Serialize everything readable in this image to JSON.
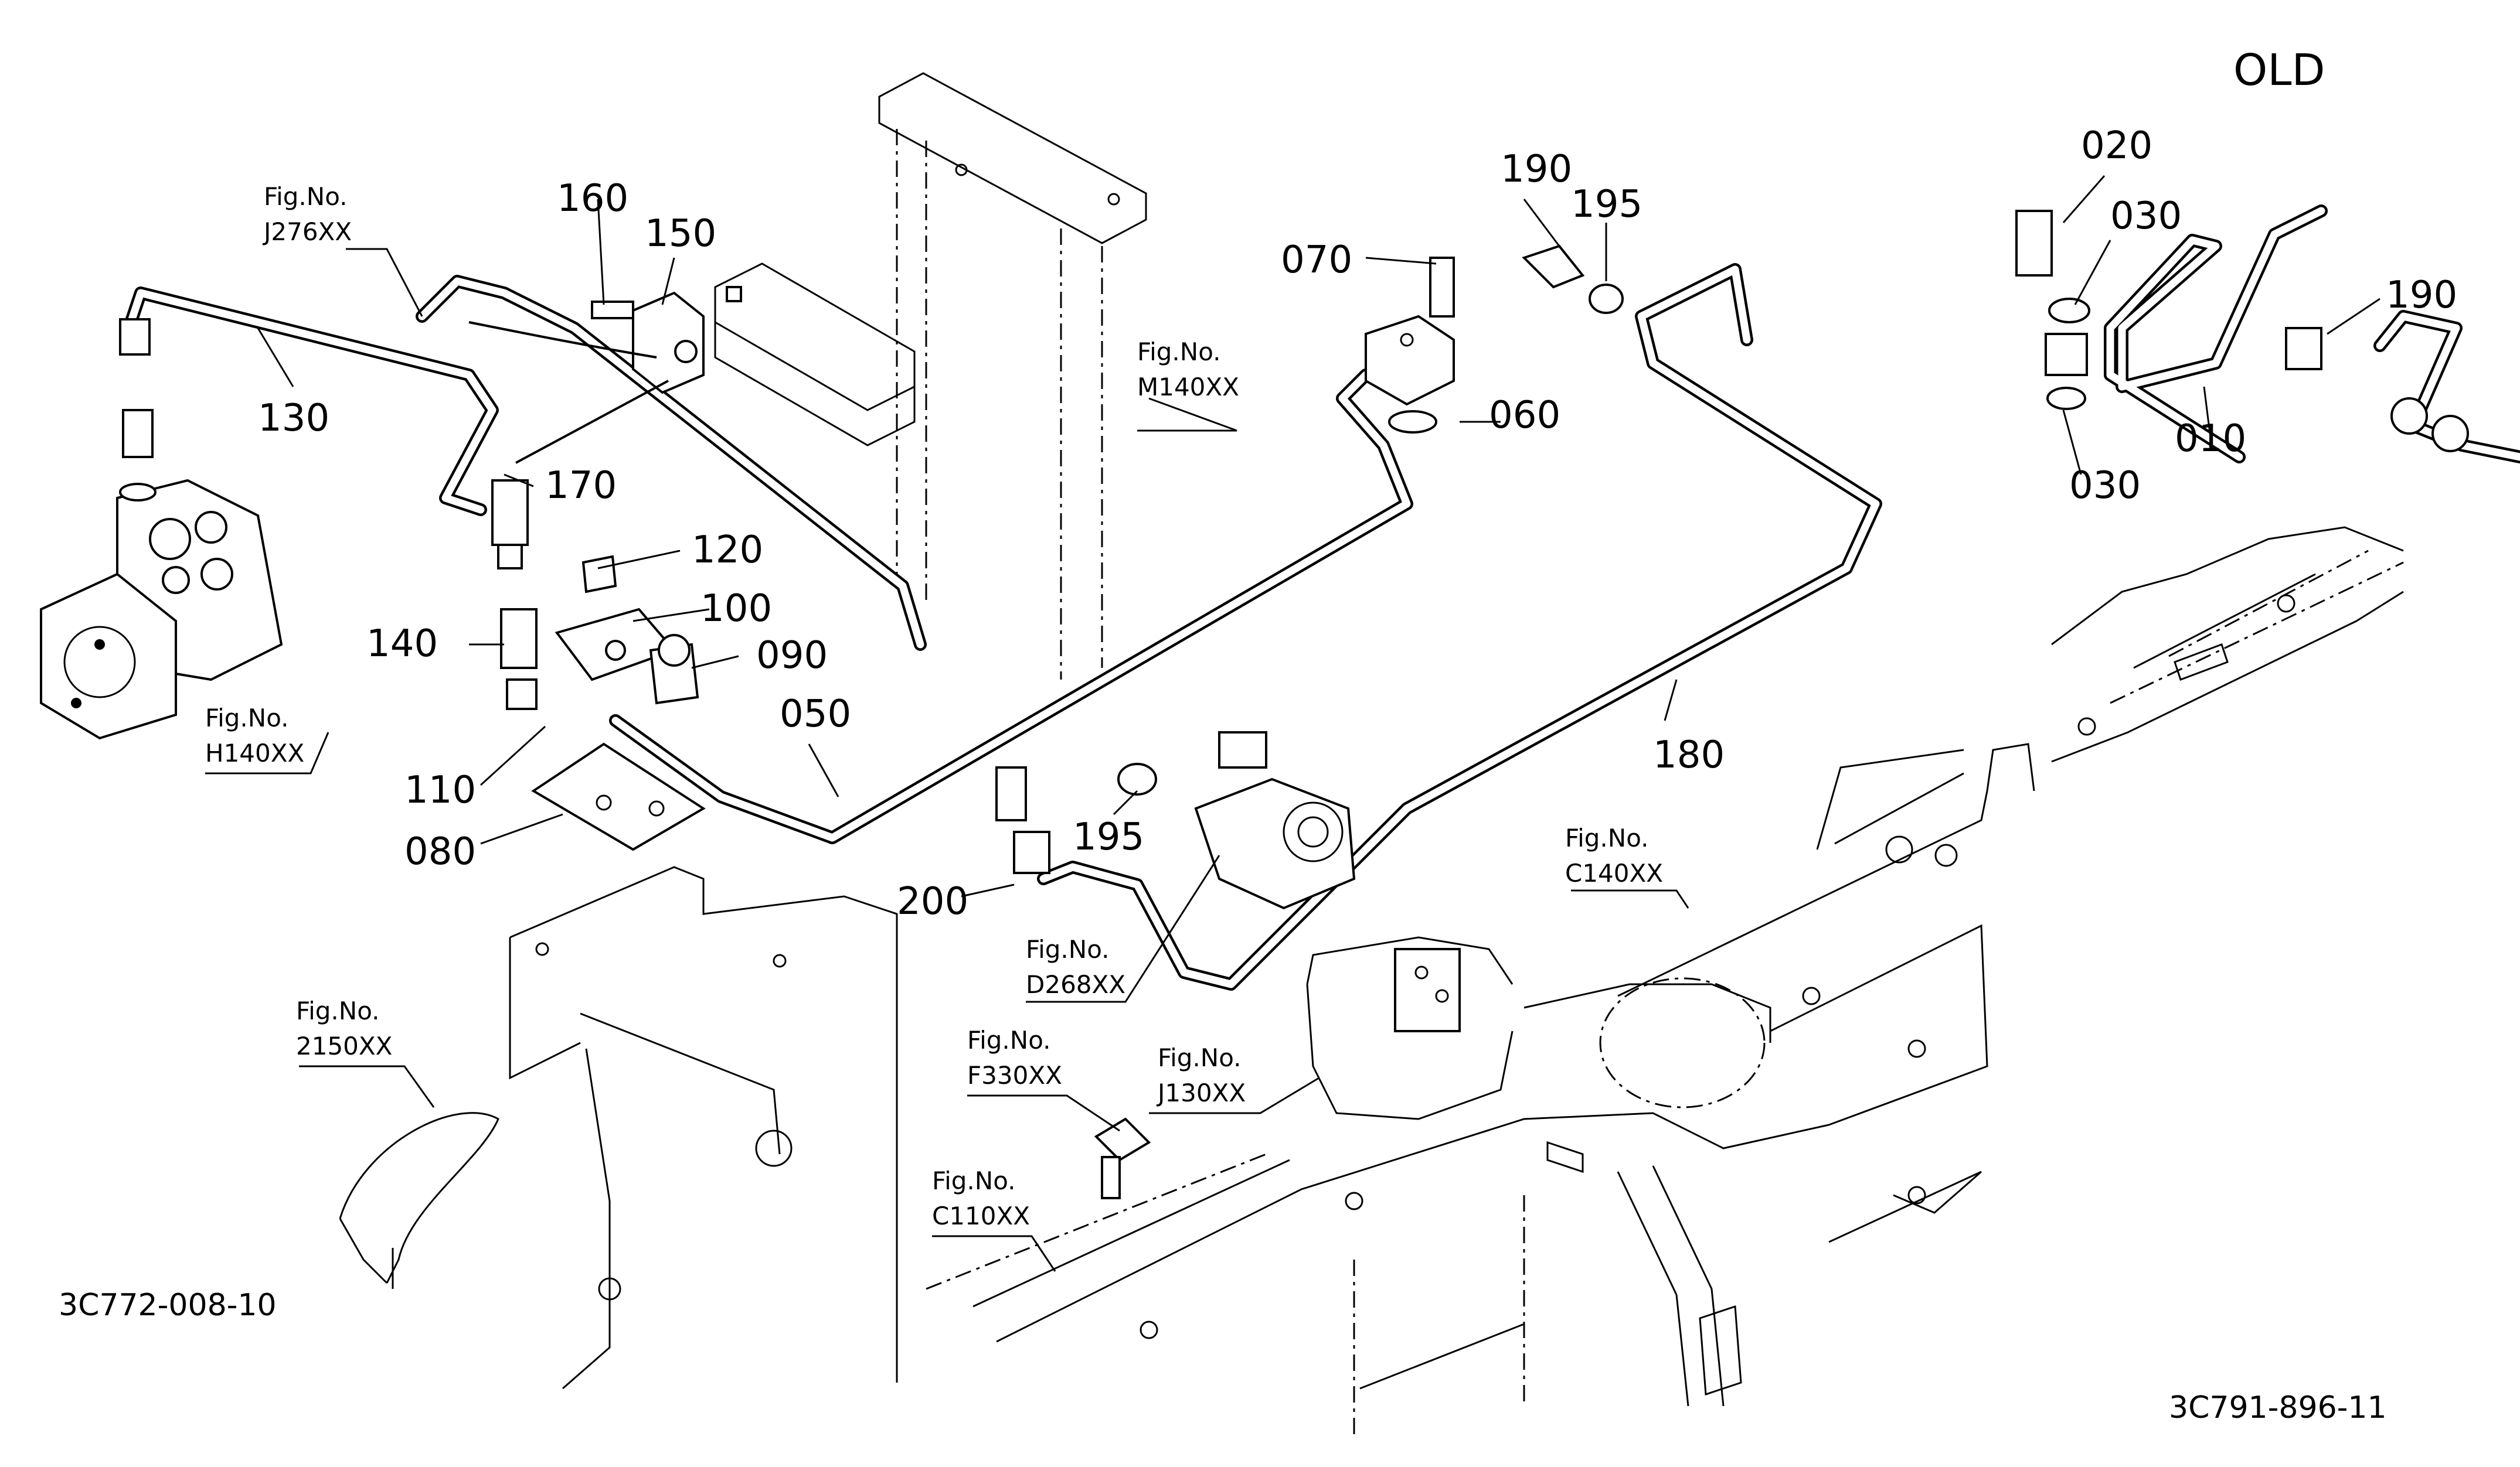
{
  "diagram": {
    "old_label": "OLD",
    "drawing_codes": {
      "left": "3C772-008-10",
      "right": "3C791-896-11"
    },
    "figure_refs": {
      "j276": [
        "Fig.No.",
        "J276XX"
      ],
      "m140": [
        "Fig.No.",
        "M140XX"
      ],
      "h140": [
        "Fig.No.",
        "H140XX"
      ],
      "c140": [
        "Fig.No.",
        "C140XX"
      ],
      "d268": [
        "Fig.No.",
        "D268XX"
      ],
      "j130": [
        "Fig.No.",
        "J130XX"
      ],
      "f330": [
        "Fig.No.",
        "F330XX"
      ],
      "c110": [
        "Fig.No.",
        "C110XX"
      ],
      "f2150": [
        "Fig.No.",
        "2150XX"
      ]
    },
    "part_numbers": {
      "p020": "020",
      "p030a": "030",
      "p030b": "030",
      "p010": "010",
      "p190r": "190",
      "p190": "190",
      "p195a": "195",
      "p195b": "195",
      "p070": "070",
      "p060": "060",
      "p160": "160",
      "p150": "150",
      "p130": "130",
      "p170": "170",
      "p120": "120",
      "p100": "100",
      "p140": "140",
      "p090": "090",
      "p050": "050",
      "p110": "110",
      "p080": "080",
      "p180": "180",
      "p200": "200"
    }
  }
}
